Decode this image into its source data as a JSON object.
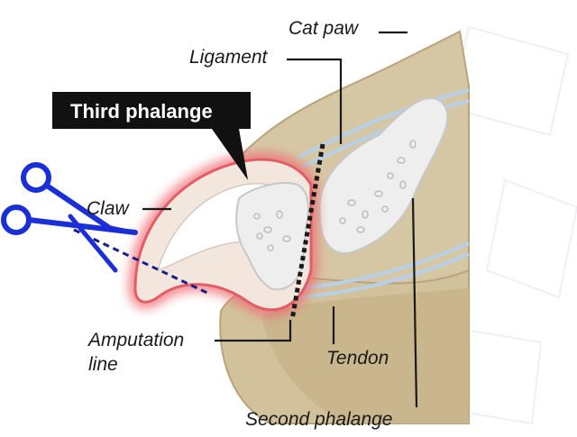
{
  "labels": {
    "cat_paw": "Cat paw",
    "ligament": "Ligament",
    "third_phalange": "Third phalange",
    "claw": "Claw",
    "amputation_line_1": "Amputation",
    "amputation_line_2": "line",
    "tendon": "Tendon",
    "second_phalange": "Second phalange"
  },
  "colors": {
    "paw_skin": "#d6c7a4",
    "paw_skin_dark": "#c9b68d",
    "bone": "#eeeeee",
    "ligament": "#b8cfe8",
    "claw_glow": "#f06a72",
    "claw_fill": "#f3e7dd",
    "scissors": "#1b2fd8",
    "cut_line": "#1c1c8a",
    "label_box": "#111111"
  },
  "icons": {
    "tool": "scissors-icon"
  }
}
